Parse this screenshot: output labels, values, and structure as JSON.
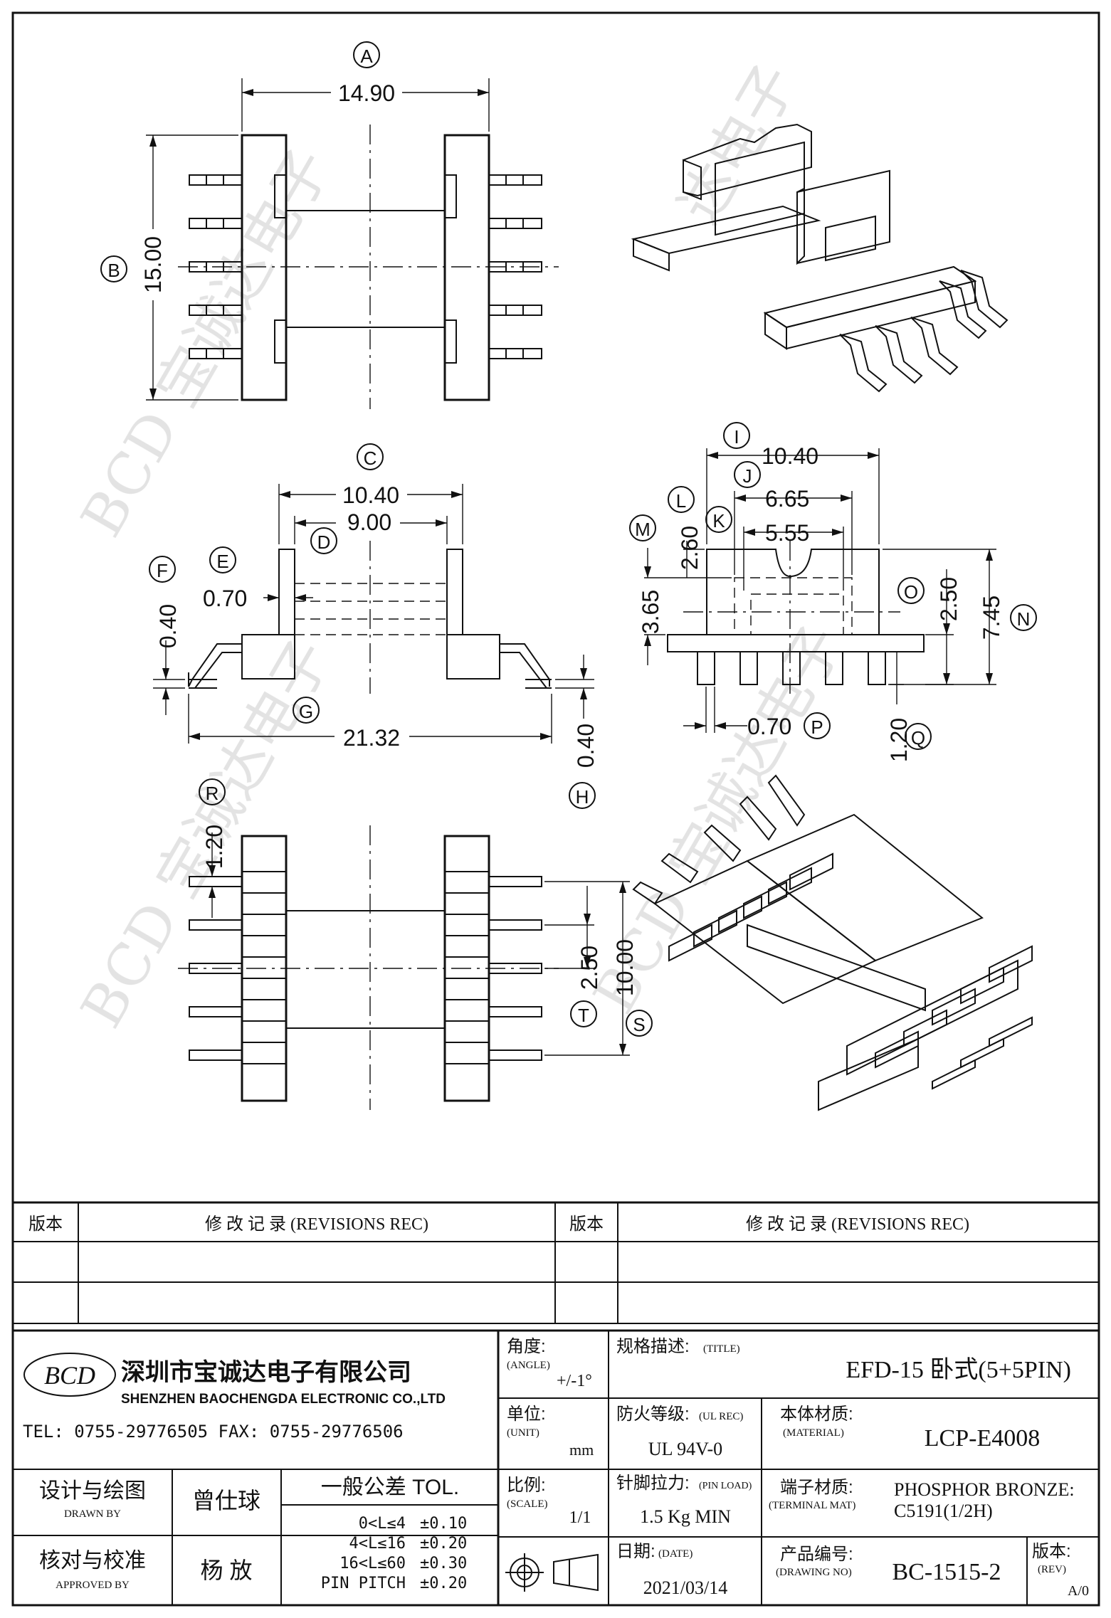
{
  "drawing": {
    "letters": [
      "A",
      "B",
      "C",
      "D",
      "E",
      "F",
      "G",
      "H",
      "I",
      "J",
      "K",
      "L",
      "M",
      "N",
      "O",
      "P",
      "Q",
      "R",
      "S",
      "T"
    ],
    "dims": {
      "a": "14.90",
      "b": "15.00",
      "c": "10.40",
      "d": "9.00",
      "e": "0.70",
      "f": "0.40",
      "g": "21.32",
      "h": "0.40",
      "i": "10.40",
      "j": "6.65",
      "k": "5.55",
      "l": "2.60",
      "m": "3.65",
      "n": "7.45",
      "o": "2.50",
      "p": "0.70",
      "q": "1.20",
      "r": "1.20",
      "s": "10.00",
      "t": "2.50"
    }
  },
  "revisions": {
    "col_ver": "版本",
    "col_rec": "修 改 记 录  (REVISIONS REC)"
  },
  "company": {
    "logo": "BCD",
    "name_cn": "深圳市宝诚达电子有限公司",
    "name_en": "SHENZHEN BAOCHENGDA ELECTRONIC CO.,LTD",
    "tel": "TEL: 0755-29776505  FAX: 0755-29776506"
  },
  "title_block": {
    "angle_label": "角度:",
    "angle_en": "(ANGLE)",
    "angle_val": "+/-1°",
    "title_label": "规格描述:",
    "title_en": "(TITLE)",
    "title_val": "EFD-15 卧式(5+5PIN)",
    "unit_label": "单位:",
    "unit_en": "(UNIT)",
    "unit_val": "mm",
    "ul_label": "防火等级:",
    "ul_en": "(UL REC)",
    "ul_val": "UL 94V-0",
    "mat_label": "本体材质:",
    "mat_en": "(MATERIAL)",
    "mat_val": "LCP-E4008",
    "design_label": "设计与绘图",
    "design_en": "DRAWN BY",
    "design_val": "曾仕球",
    "approve_label": "核对与校准",
    "approve_en": "APPROVED BY",
    "approve_val": "杨  放",
    "tol_label": "一般公差 TOL.",
    "tol_rows": [
      {
        "range": "0<L≤4",
        "val": "±0.10"
      },
      {
        "range": "4<L≤16",
        "val": "±0.20"
      },
      {
        "range": "16<L≤60",
        "val": "±0.30"
      },
      {
        "range": "PIN PITCH",
        "val": "±0.20"
      }
    ],
    "scale_label": "比例:",
    "scale_en": "(SCALE)",
    "scale_val": "1/1",
    "pin_label": "针脚拉力:",
    "pin_en": "(PIN LOAD)",
    "pin_val": "1.5 Kg MIN",
    "term_label": "端子材质:",
    "term_en": "(TERMINAL MAT)",
    "term_val1": "PHOSPHOR BRONZE:",
    "term_val2": "C5191(1/2H)",
    "date_label": "日期:",
    "date_en": "(DATE)",
    "date_val": "2021/03/14",
    "no_label": "产品编号:",
    "no_en": "(DRAWING NO)",
    "no_val": "BC-1515-2",
    "rev_label": "版本:",
    "rev_en": "(REV)",
    "rev_val": "A/0"
  }
}
